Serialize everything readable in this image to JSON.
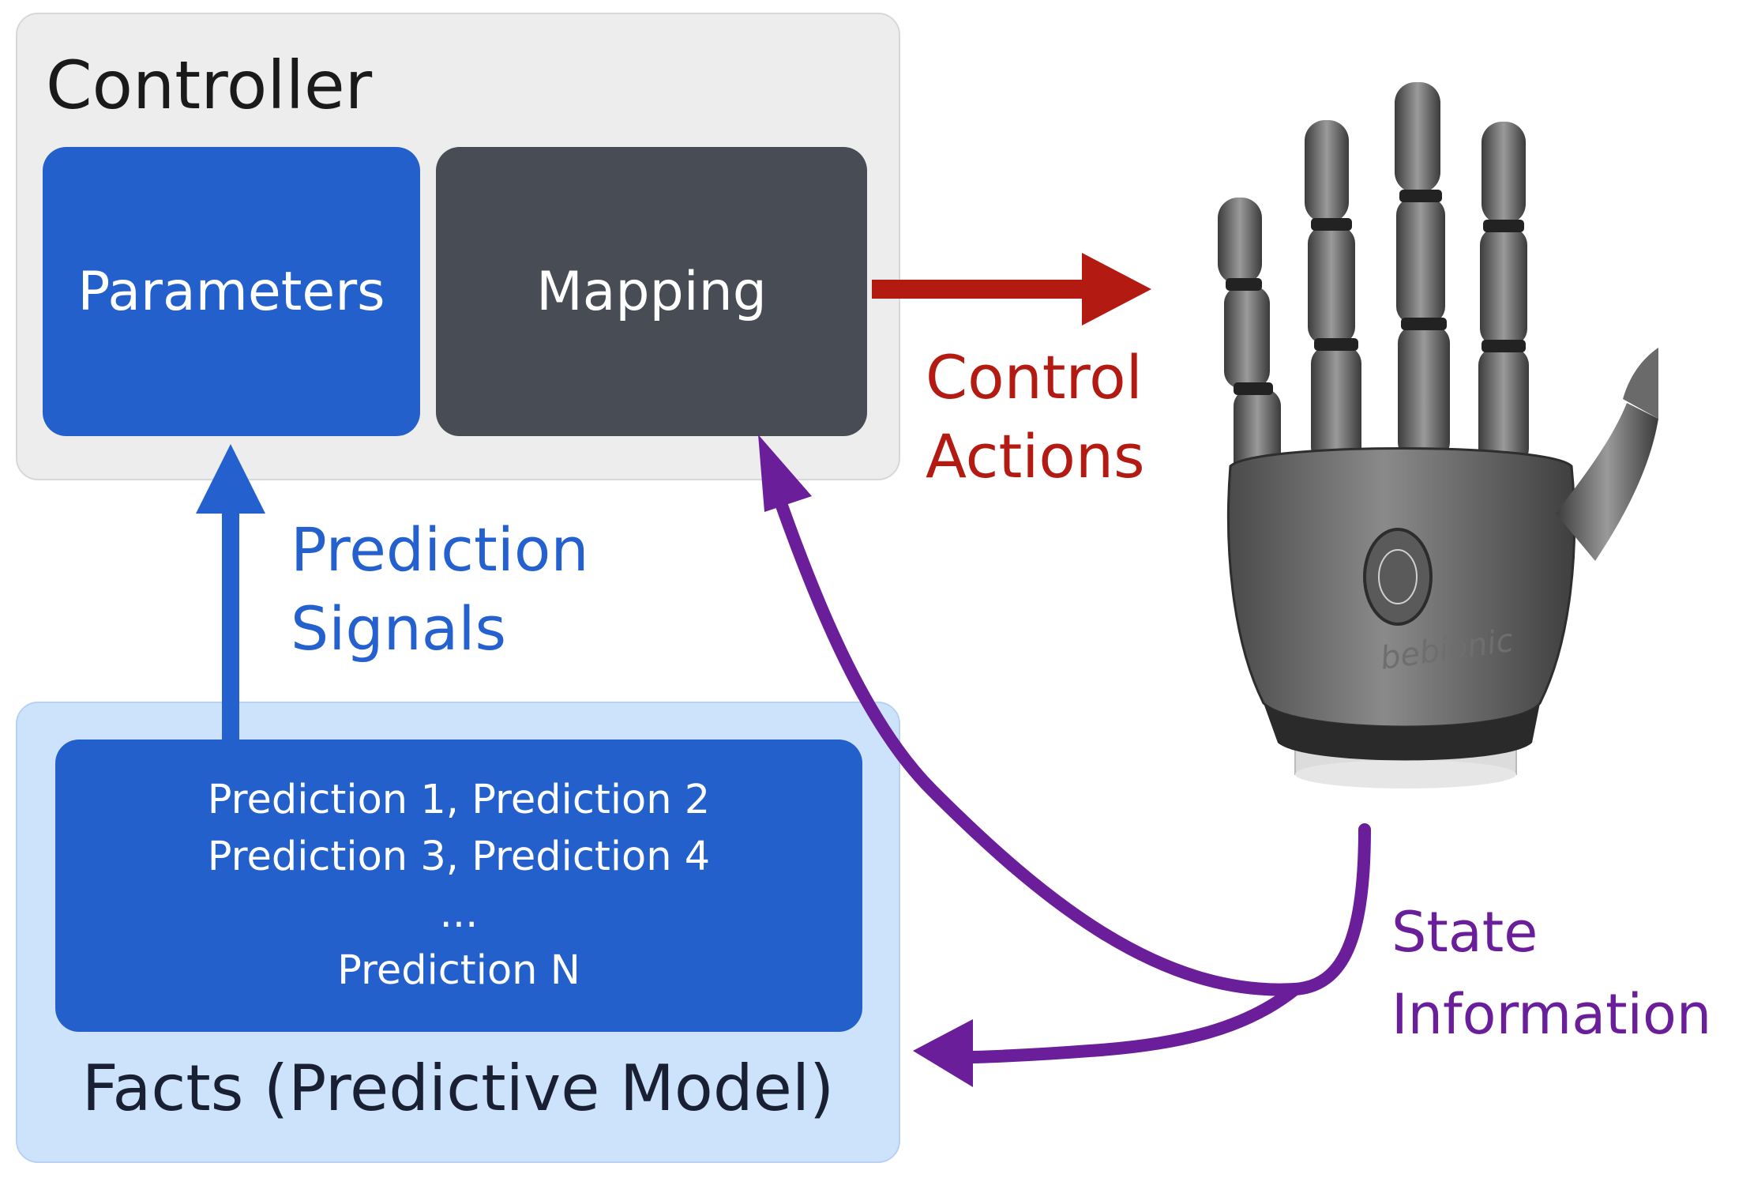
{
  "controller": {
    "title": "Controller",
    "parameters_label": "Parameters",
    "mapping_label": "Mapping"
  },
  "facts": {
    "title": "Facts (Predictive Model)",
    "prediction_lines": [
      "Prediction 1, Prediction 2",
      "Prediction 3, Prediction 4",
      "...",
      "Prediction N"
    ]
  },
  "edges": {
    "prediction_signals": [
      "Prediction",
      "Signals"
    ],
    "control_actions": [
      "Control",
      "Actions"
    ],
    "state_information": [
      "State",
      "Information"
    ]
  },
  "hand": {
    "brand_text": "bebionic"
  },
  "colors": {
    "blue_box": "#2360cc",
    "mapping_box": "#484c54",
    "controller_bg": "#ededed",
    "facts_bg": "#cde2fb",
    "blue_arrow": "#2461cf",
    "red_arrow": "#b31a12",
    "purple_arrow": "#6a1e9a"
  }
}
